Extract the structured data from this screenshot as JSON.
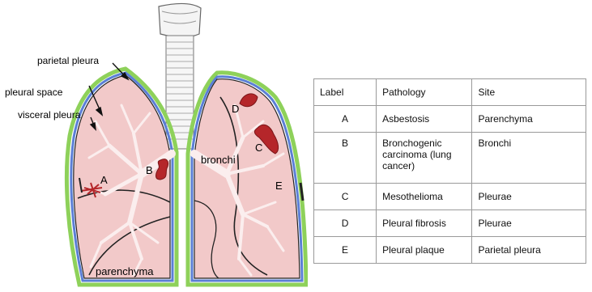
{
  "diagram": {
    "labels": {
      "parietal_pleura": "parietal pleura",
      "pleural_space": "pleural space",
      "visceral_pleura": "visceral pleura",
      "bronchi": "bronchi",
      "parenchyma": "parenchyma"
    },
    "markers": {
      "A": "A",
      "B": "B",
      "C": "C",
      "D": "D",
      "E": "E"
    },
    "colors": {
      "lung_fill": "#f2c9c9",
      "lung_outline": "#222222",
      "visceral_pleura": "#5b7fd6",
      "parietal_pleura": "#8ed15a",
      "bronchi_tree": "#fbeeee",
      "lesion": "#b5262a",
      "trachea": "#f4f4f4"
    }
  },
  "table": {
    "headers": [
      "Label",
      "Pathology",
      "Site"
    ],
    "rows": [
      [
        "A",
        "Asbestosis",
        "Parenchyma"
      ],
      [
        "B",
        "Bronchogenic carcinoma (lung cancer)",
        "Bronchi"
      ],
      [
        "C",
        "Mesothelioma",
        "Pleurae"
      ],
      [
        "D",
        "Pleural fibrosis",
        "Pleurae"
      ],
      [
        "E",
        "Pleural plaque",
        "Parietal pleura"
      ]
    ]
  }
}
